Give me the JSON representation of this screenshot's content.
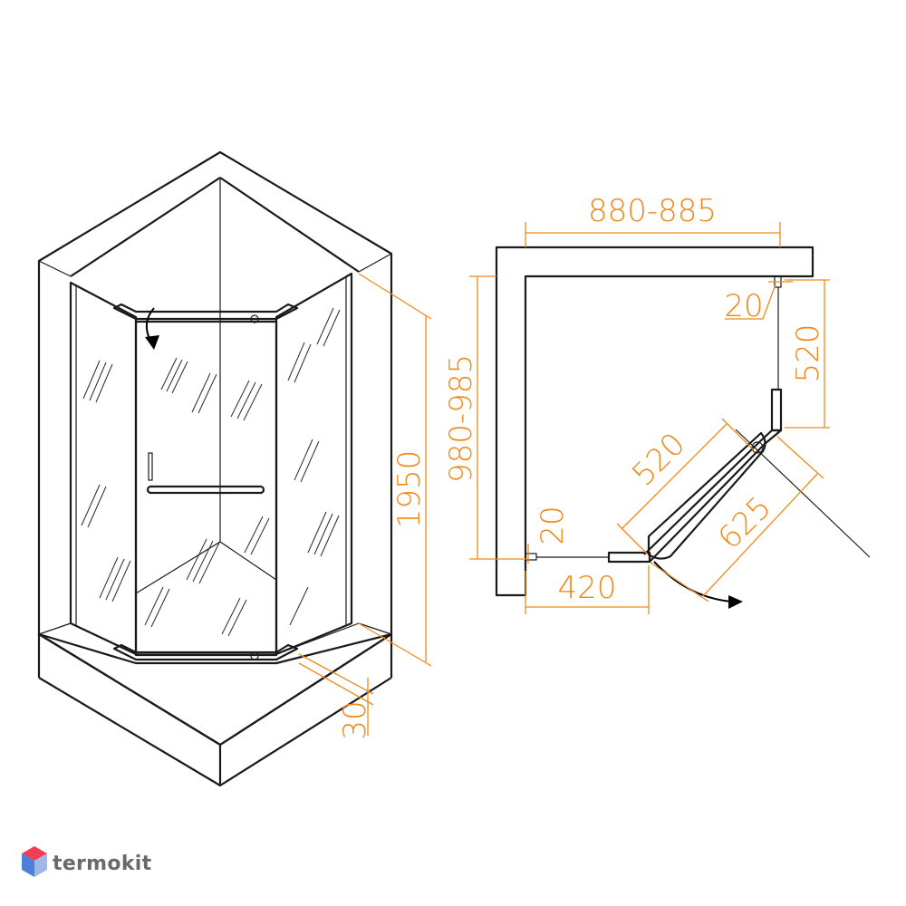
{
  "brand": {
    "name": "termokit",
    "logo_icon": "isometric-cube-logo-icon",
    "colors": {
      "top": "#ef3e56",
      "left": "#4c7fd6",
      "right": "#9fb8e8"
    }
  },
  "dimension_color": "#ee8a1c",
  "icons": {
    "door_swing_arrow": "curved-arrow-icon"
  },
  "isometric_view": {
    "height_label": "1950",
    "tray_height_label": "30"
  },
  "plan_view": {
    "width_label": "880-885",
    "depth_label": "980-985",
    "right_wall_offset_label": "20",
    "right_fixed_panel_label": "520",
    "diagonal_door_label": "520",
    "diagonal_overall_label": "625",
    "left_wall_offset_label": "20",
    "left_fixed_panel_label": "420"
  }
}
